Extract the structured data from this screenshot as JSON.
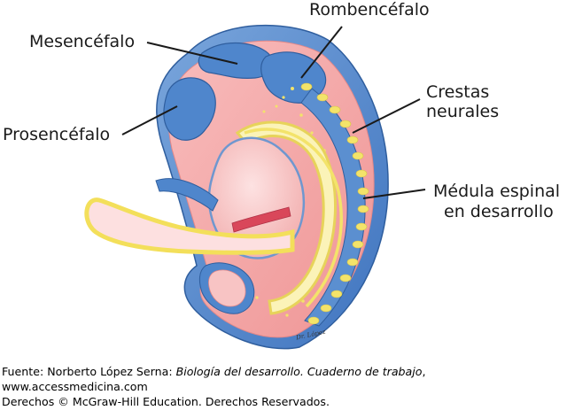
{
  "labels": {
    "rombencefalo": "Rombencéfalo",
    "mesencefalo": "Mesencéfalo",
    "prosencefalo": "Prosencéfalo",
    "crestas_neurales": [
      "Crestas",
      "neurales"
    ],
    "medula_espinal": [
      "Médula espinal",
      "en desarrollo"
    ]
  },
  "signature": "Dr. López",
  "credit": {
    "source_prefix": "Fuente: Norberto López Serna: ",
    "source_title": "Biología del desarrollo. Cuaderno de trabajo",
    "source_suffix": ",",
    "url": "www.accessmedicina.com",
    "rights": "Derechos © McGraw-Hill Education. Derechos Reservados."
  },
  "colors": {
    "neural_tube_blue": "#5b8fd0",
    "tissue_pink": "#f4a3a3",
    "light_pink": "#fbd4d4",
    "yellow": "#f3e36a",
    "red_vessel": "#d9475a"
  }
}
